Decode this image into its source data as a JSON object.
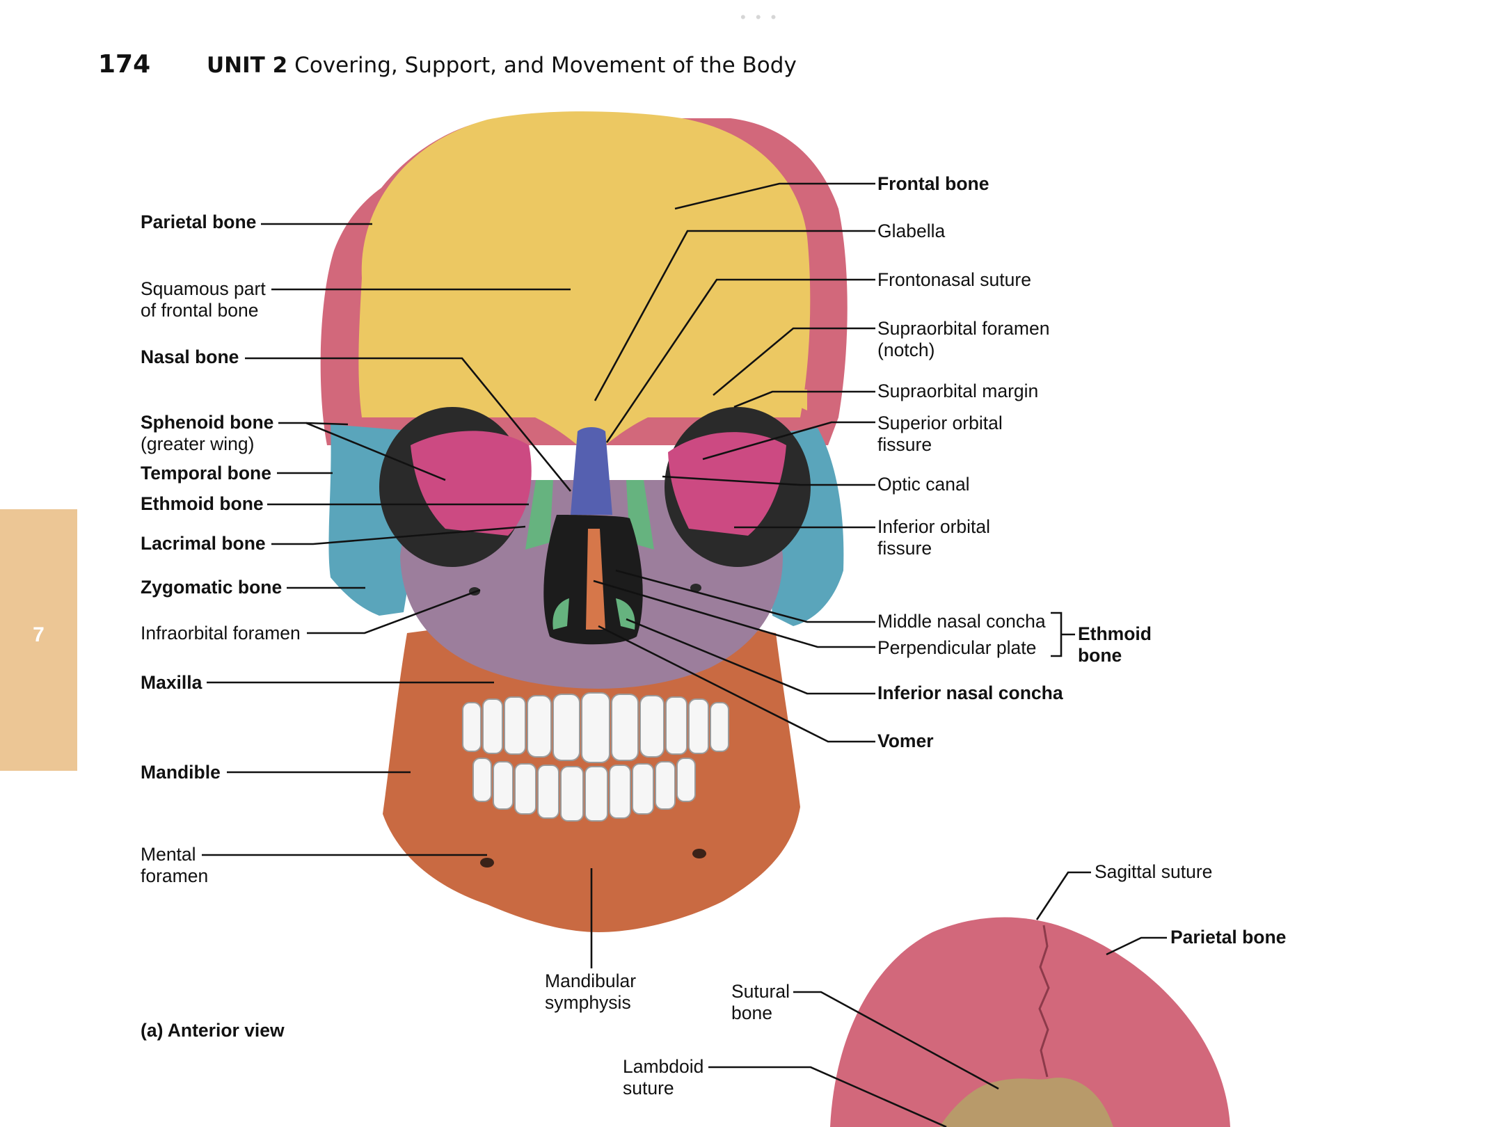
{
  "header": {
    "dots": "• • •",
    "page_number": "174",
    "unit": "UNIT 2",
    "unit_title": "Covering, Support, and Movement of the Body"
  },
  "side_tab": {
    "chapter": "7",
    "color": "#ecc695"
  },
  "colors": {
    "frontal": "#ecc862",
    "parietal": "#d2687b",
    "temporal": "#5aa5bb",
    "sphenoid": "#cc4a82",
    "maxilla": "#9c7e9c",
    "mandible": "#c96a42",
    "nasal": "#5560b0",
    "ethmoid_lacrimal": "#66b37f",
    "teeth": "#f6f6f6",
    "leader_lines": "#111111"
  },
  "labels": {
    "parietal_bone": "Parietal bone",
    "squamous_1": "Squamous part",
    "squamous_2": "of frontal bone",
    "nasal_bone": "Nasal bone",
    "sphenoid_1": "Sphenoid bone",
    "sphenoid_2": "(greater wing)",
    "temporal_bone": "Temporal bone",
    "ethmoid_bone": "Ethmoid bone",
    "lacrimal_bone": "Lacrimal bone",
    "zygomatic_bone": "Zygomatic bone",
    "infraorbital_foramen": "Infraorbital foramen",
    "maxilla": "Maxilla",
    "mandible": "Mandible",
    "mental_1": "Mental",
    "mental_2": "foramen",
    "mandibular_1": "Mandibular",
    "mandibular_2": "symphysis",
    "caption": "(a) Anterior view",
    "frontal_bone": "Frontal bone",
    "glabella": "Glabella",
    "frontonasal_suture": "Frontonasal suture",
    "supraorbital_foramen_1": "Supraorbital foramen",
    "supraorbital_foramen_2": "(notch)",
    "supraorbital_margin": "Supraorbital margin",
    "superior_orbital_1": "Superior orbital",
    "superior_orbital_2": "fissure",
    "optic_canal": "Optic canal",
    "inferior_orbital_1": "Inferior orbital",
    "inferior_orbital_2": "fissure",
    "middle_nasal_concha": "Middle nasal concha",
    "perpendicular_plate": "Perpendicular plate",
    "ethmoid_group_1": "Ethmoid",
    "ethmoid_group_2": "bone",
    "inferior_nasal_concha": "Inferior nasal concha",
    "vomer": "Vomer",
    "sagittal_suture": "Sagittal suture",
    "parietal_bone_b": "Parietal bone",
    "sutural_1": "Sutural",
    "sutural_2": "bone",
    "lambdoid_1": "Lambdoid",
    "lambdoid_2": "suture"
  }
}
